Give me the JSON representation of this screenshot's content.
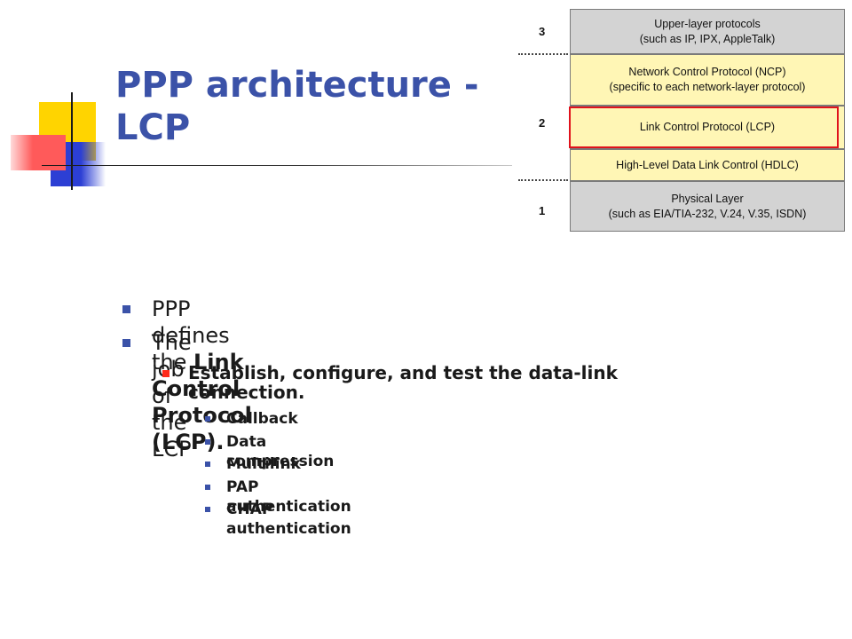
{
  "slide": {
    "title": "PPP architecture - LCP"
  },
  "diagram": {
    "layers": [
      {
        "line1": "Upper-layer protocols",
        "line2": "(such as IP, IPX, AppleTalk)"
      },
      {
        "line1": "Network Control Protocol (NCP)",
        "line2": "(specific to each network-layer protocol)"
      },
      {
        "line1": "Link Control Protocol (LCP)"
      },
      {
        "line1": "High-Level Data Link Control (HDLC)"
      },
      {
        "line1": "Physical Layer",
        "line2": "(such as EIA/TIA-232, V.24, V.35, ISDN)"
      }
    ],
    "layer_numbers": [
      "3",
      "2",
      "1"
    ],
    "colors": {
      "gray_layer": "#d3d3d3",
      "yellow_layer": "#fff6b5",
      "highlight": "#e0121c"
    }
  },
  "bullets": {
    "b1_prefix": "PPP defines the ",
    "b1_bold": "Link Control Protocol (LCP).",
    "b2": "The job of the LCP",
    "b3": "Establish, configure, and test the data-link connection.",
    "sub_items": [
      "Callback",
      "Data compression",
      "Multilink",
      "PAP authentication",
      "CHAP authentication"
    ]
  },
  "theme": {
    "title_color": "#3b52a8",
    "bullet_blue": "#3b52a8",
    "bullet_red": "#ff2a1a"
  }
}
